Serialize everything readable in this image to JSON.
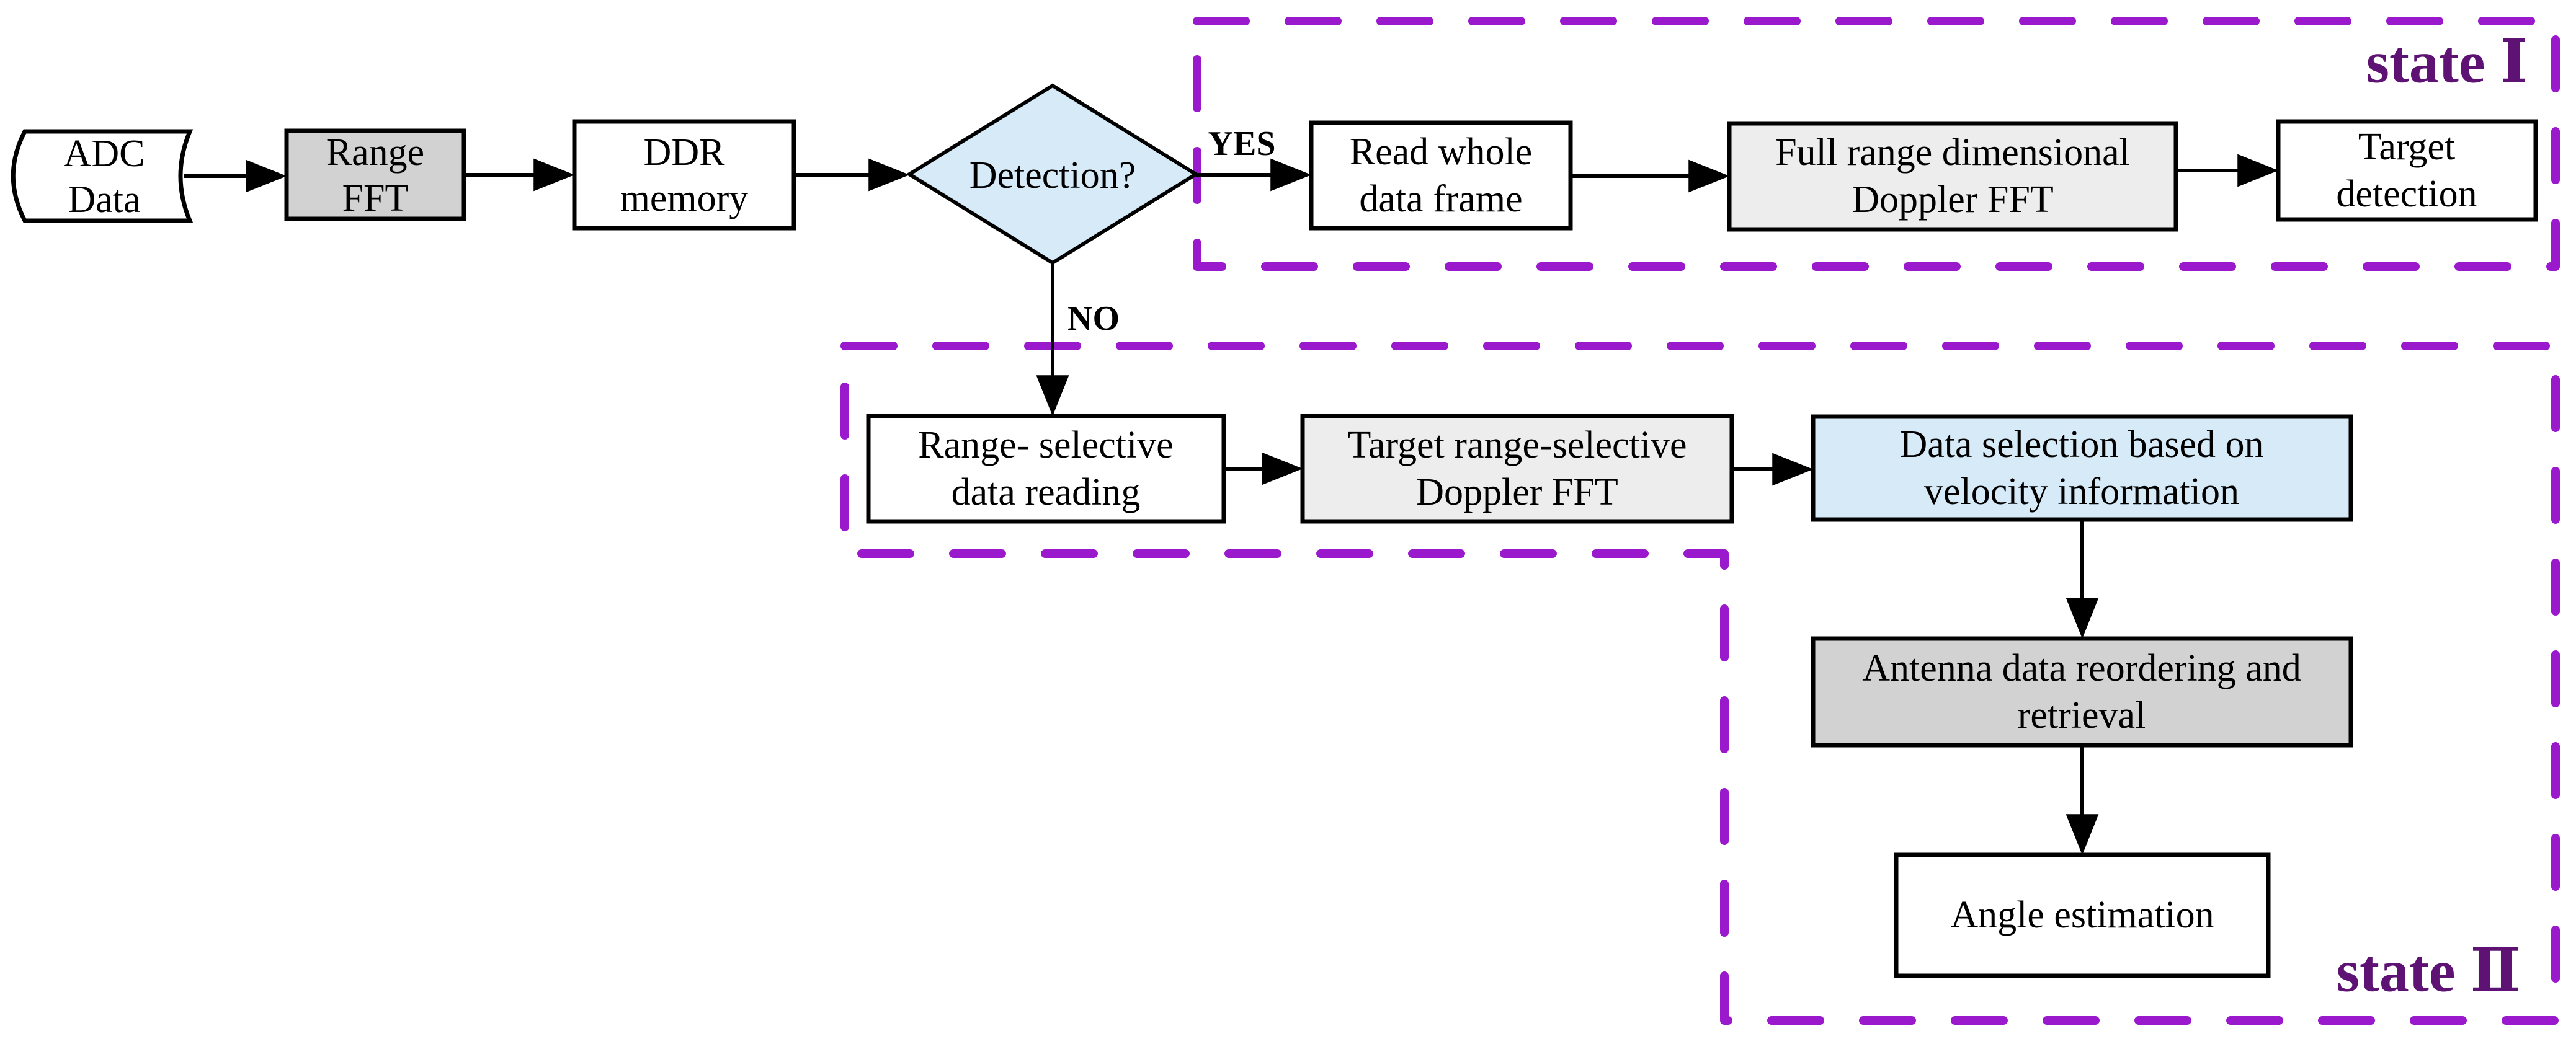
{
  "colors": {
    "background": "#ffffff",
    "box_border": "#000000",
    "arrow": "#000000",
    "node_text": "#000000",
    "dashed_border": "#9a19cd",
    "state_label": "#5e1374",
    "fill_white": "#ffffff",
    "fill_gray": "#d2d2d2",
    "fill_light_gray": "#ededed",
    "fill_blue": "#d6eaf8"
  },
  "flow": {
    "adc": {
      "line1": "ADC",
      "line2": "Data"
    },
    "range_fft": {
      "line1": "Range",
      "line2": "FFT"
    },
    "ddr": {
      "line1": "DDR",
      "line2": "memory"
    },
    "detection": {
      "label": "Detection?"
    },
    "yes_label": "YES",
    "no_label": "NO"
  },
  "state1": {
    "label": "state Ⅰ",
    "read_whole": {
      "line1": "Read whole",
      "line2": "data frame"
    },
    "full_range": {
      "line1": "Full range dimensional",
      "line2": "Doppler FFT"
    },
    "target_detection": {
      "line1": "Target",
      "line2": "detection"
    }
  },
  "state2": {
    "label": "state Ⅱ",
    "range_selective": {
      "line1": "Range- selective",
      "line2": "data reading"
    },
    "target_range_selective": {
      "line1": "Target range-selective",
      "line2": "Doppler FFT"
    },
    "data_selection": {
      "line1": "Data selection based on",
      "line2": "velocity information"
    },
    "antenna": {
      "line1": "Antenna data reordering and",
      "line2": "retrieval"
    },
    "angle": {
      "label": "Angle estimation"
    }
  }
}
